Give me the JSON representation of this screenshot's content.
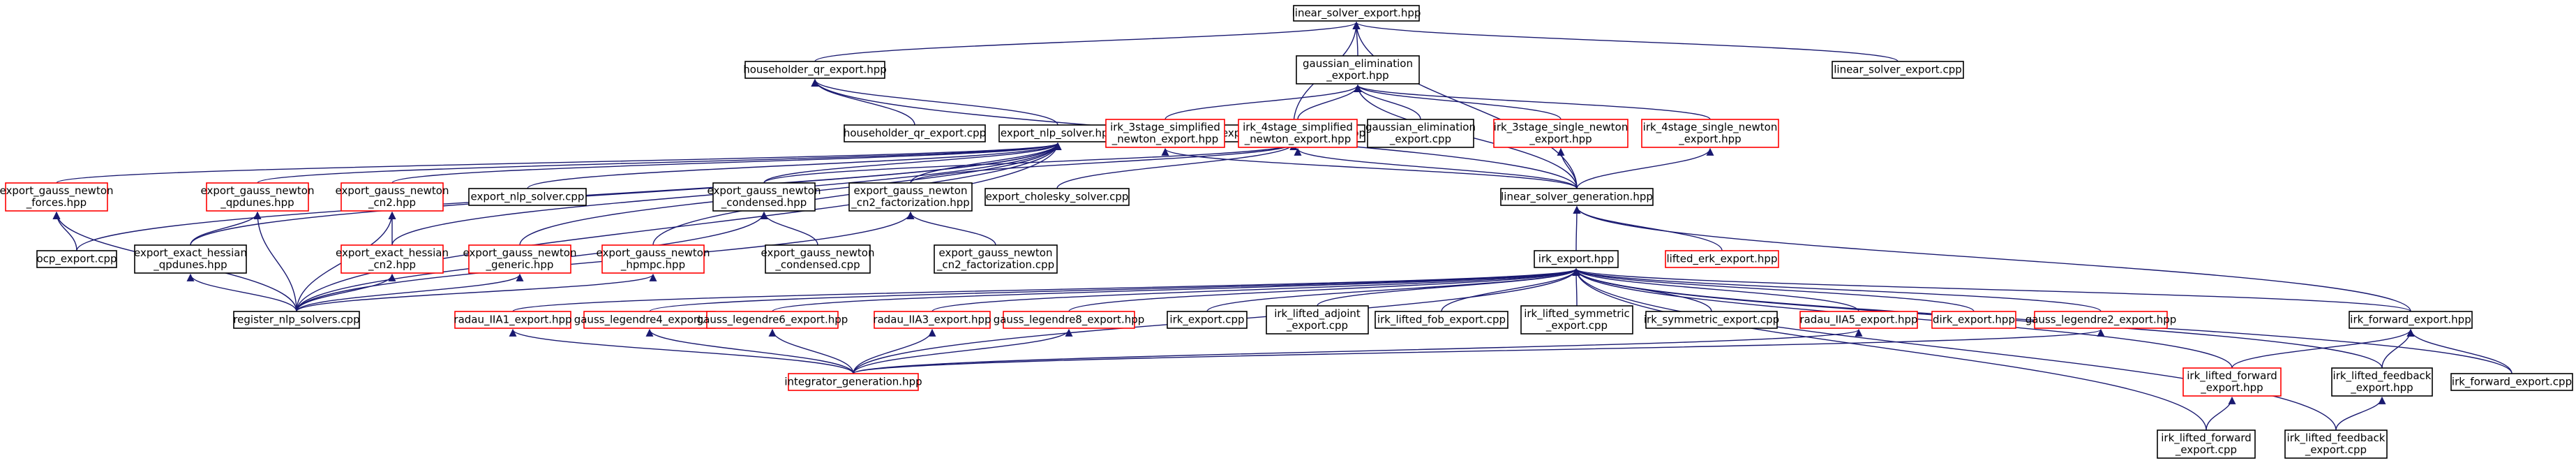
{
  "graph": {
    "colors": {
      "edge": "#191970",
      "node_border_normal": "#000000",
      "node_border_truncated": "#ff0000",
      "root_fill": "#bfbfbf",
      "node_fill": "#ffffff"
    },
    "nodes": [
      {
        "id": "root",
        "lines": [
          "linear_solver_export.hpp"
        ],
        "status": "root"
      },
      {
        "id": "hh_qr_hpp",
        "lines": [
          "householder_qr_export.hpp"
        ],
        "status": "normal"
      },
      {
        "id": "gauss_elim_hpp",
        "lines": [
          "gaussian_elimination",
          "_export.hpp"
        ],
        "status": "normal"
      },
      {
        "id": "lse_cpp",
        "lines": [
          "linear_solver_export.cpp"
        ],
        "status": "normal"
      },
      {
        "id": "hh_qr_cpp",
        "lines": [
          "householder_qr_export.cpp"
        ],
        "status": "normal"
      },
      {
        "id": "nlp_hpp",
        "lines": [
          "export_nlp_solver.hpp"
        ],
        "status": "normal"
      },
      {
        "id": "chol_hpp",
        "lines": [
          "export_cholesky_solver.hpp"
        ],
        "status": "normal"
      },
      {
        "id": "irk3_simpl",
        "lines": [
          "irk_3stage_simplified",
          "_newton_export.hpp"
        ],
        "status": "truncated"
      },
      {
        "id": "irk4_simpl",
        "lines": [
          "irk_4stage_simplified",
          "_newton_export.hpp"
        ],
        "status": "truncated"
      },
      {
        "id": "ge_cpp",
        "lines": [
          "gaussian_elimination",
          "_export.cpp"
        ],
        "status": "normal"
      },
      {
        "id": "irk3_single",
        "lines": [
          "irk_3stage_single_newton",
          "_export.hpp"
        ],
        "status": "truncated"
      },
      {
        "id": "irk4_single",
        "lines": [
          "irk_4stage_single_newton",
          "_export.hpp"
        ],
        "status": "truncated"
      },
      {
        "id": "ggn_forces",
        "lines": [
          "export_gauss_newton",
          "_forces.hpp"
        ],
        "status": "truncated"
      },
      {
        "id": "ggn_qpdunes",
        "lines": [
          "export_gauss_newton",
          "_qpdunes.hpp"
        ],
        "status": "truncated"
      },
      {
        "id": "ggn_cn2",
        "lines": [
          "export_gauss_newton",
          "_cn2.hpp"
        ],
        "status": "truncated"
      },
      {
        "id": "nlp_cpp",
        "lines": [
          "export_nlp_solver.cpp"
        ],
        "status": "normal"
      },
      {
        "id": "ggn_cond",
        "lines": [
          "export_gauss_newton",
          "_condensed.hpp"
        ],
        "status": "normal"
      },
      {
        "id": "ggn_cn2_fact",
        "lines": [
          "export_gauss_newton",
          "_cn2_factorization.hpp"
        ],
        "status": "normal"
      },
      {
        "id": "chol_cpp",
        "lines": [
          "export_cholesky_solver.cpp"
        ],
        "status": "normal"
      },
      {
        "id": "lsg_hpp",
        "lines": [
          "linear_solver_generation.hpp"
        ],
        "status": "normal"
      },
      {
        "id": "ocp_cpp",
        "lines": [
          "ocp_export.cpp"
        ],
        "status": "normal"
      },
      {
        "id": "eeh_qpdunes",
        "lines": [
          "export_exact_hessian",
          "_qpdunes.hpp"
        ],
        "status": "normal"
      },
      {
        "id": "eeh_cn2",
        "lines": [
          "export_exact_hessian",
          "_cn2.hpp"
        ],
        "status": "truncated"
      },
      {
        "id": "ggn_generic",
        "lines": [
          "export_gauss_newton",
          "_generic.hpp"
        ],
        "status": "truncated"
      },
      {
        "id": "ggn_hpmpc",
        "lines": [
          "export_gauss_newton",
          "_hpmpc.hpp"
        ],
        "status": "truncated"
      },
      {
        "id": "ggn_cond_cpp",
        "lines": [
          "export_gauss_newton",
          "_condensed.cpp"
        ],
        "status": "normal"
      },
      {
        "id": "ggn_cn2_fact_cpp",
        "lines": [
          "export_gauss_newton",
          "_cn2_factorization.cpp"
        ],
        "status": "normal"
      },
      {
        "id": "lifted_erk",
        "lines": [
          "lifted_erk_export.hpp"
        ],
        "status": "truncated"
      },
      {
        "id": "irk_export_hpp",
        "lines": [
          "irk_export.hpp"
        ],
        "status": "normal"
      },
      {
        "id": "reg_nlp",
        "lines": [
          "register_nlp_solvers.cpp"
        ],
        "status": "normal"
      },
      {
        "id": "radau1a",
        "lines": [
          "radau_IIA1_export.hpp"
        ],
        "status": "truncated"
      },
      {
        "id": "gl4",
        "lines": [
          "gauss_legendre4_export.hpp"
        ],
        "status": "truncated"
      },
      {
        "id": "gl6",
        "lines": [
          "gauss_legendre6_export.hpp"
        ],
        "status": "truncated"
      },
      {
        "id": "radau3a",
        "lines": [
          "radau_IIA3_export.hpp"
        ],
        "status": "truncated"
      },
      {
        "id": "gl8",
        "lines": [
          "gauss_legendre8_export.hpp"
        ],
        "status": "truncated"
      },
      {
        "id": "irk_export_cpp",
        "lines": [
          "irk_export.cpp"
        ],
        "status": "normal"
      },
      {
        "id": "irk_lifted_adj",
        "lines": [
          "irk_lifted_adjoint",
          "_export.cpp"
        ],
        "status": "normal"
      },
      {
        "id": "irk_lifted_fob",
        "lines": [
          "irk_lifted_fob_export.cpp"
        ],
        "status": "normal"
      },
      {
        "id": "irk_lifted_sym",
        "lines": [
          "irk_lifted_symmetric",
          "_export.cpp"
        ],
        "status": "normal"
      },
      {
        "id": "irk_sym",
        "lines": [
          "irk_symmetric_export.cpp"
        ],
        "status": "normal"
      },
      {
        "id": "radau5a",
        "lines": [
          "radau_IIA5_export.hpp"
        ],
        "status": "truncated"
      },
      {
        "id": "dirk",
        "lines": [
          "dirk_export.hpp"
        ],
        "status": "truncated"
      },
      {
        "id": "gl2",
        "lines": [
          "gauss_legendre2_export.hpp"
        ],
        "status": "truncated"
      },
      {
        "id": "irk_fwd_hpp",
        "lines": [
          "irk_forward_export.hpp"
        ],
        "status": "normal"
      },
      {
        "id": "integ_gen",
        "lines": [
          "integrator_generation.hpp"
        ],
        "status": "truncated"
      },
      {
        "id": "irk_lifted_fwd_hpp",
        "lines": [
          "irk_lifted_forward",
          "_export.hpp"
        ],
        "status": "truncated"
      },
      {
        "id": "irk_lifted_fb_hpp",
        "lines": [
          "irk_lifted_feedback",
          "_export.hpp"
        ],
        "status": "normal"
      },
      {
        "id": "irk_fwd_cpp",
        "lines": [
          "irk_forward_export.cpp"
        ],
        "status": "normal"
      },
      {
        "id": "irk_lifted_fwd_cpp",
        "lines": [
          "irk_lifted_forward",
          "_export.cpp"
        ],
        "status": "normal"
      },
      {
        "id": "irk_lifted_fb_cpp",
        "lines": [
          "irk_lifted_feedback",
          "_export.cpp"
        ],
        "status": "normal"
      }
    ]
  }
}
